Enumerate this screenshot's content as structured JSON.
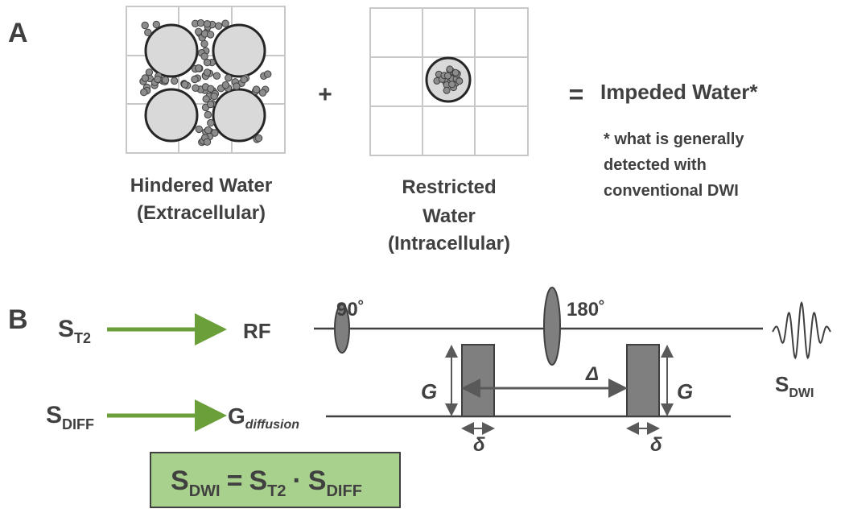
{
  "panel_a": {
    "label": "A",
    "hindered": {
      "line1": "Hindered Water",
      "line2": "(Extracellular)"
    },
    "plus": "+",
    "restricted": {
      "line1": "Restricted",
      "line2": "Water",
      "line3": "(Intracellular)"
    },
    "equals": "=",
    "impeded": "Impeded Water*",
    "footnote": {
      "line1": "* what is generally",
      "line2": "detected with",
      "line3": "conventional DWI"
    }
  },
  "panel_b": {
    "label": "B",
    "st2": {
      "base": "S",
      "sub": "T2"
    },
    "sdiff": {
      "base": "S",
      "sub": "DIFF"
    },
    "rf": "RF",
    "gdiff": {
      "base": "G",
      "sub": "diffusion"
    },
    "pulse90": "90˚",
    "pulse180": "180˚",
    "g_left": "G",
    "g_right": "G",
    "delta_big": "Δ",
    "delta_small_left": "δ",
    "delta_small_right": "δ",
    "sdwi": {
      "base": "S",
      "sub": "DWI"
    },
    "equation": {
      "lhs_base": "S",
      "lhs_sub": "DWI",
      "eq": "=",
      "t1_base": "S",
      "t1_sub": "T2",
      "dot": "·",
      "t2_base": "S",
      "t2_sub": "DIFF"
    }
  },
  "colors": {
    "arrow_green": "#6a9f3a",
    "equation_box": "#a9d18e",
    "gray_fill": "#7f7f7f",
    "cell_fill": "#d9d9d9",
    "text": "#404040"
  }
}
